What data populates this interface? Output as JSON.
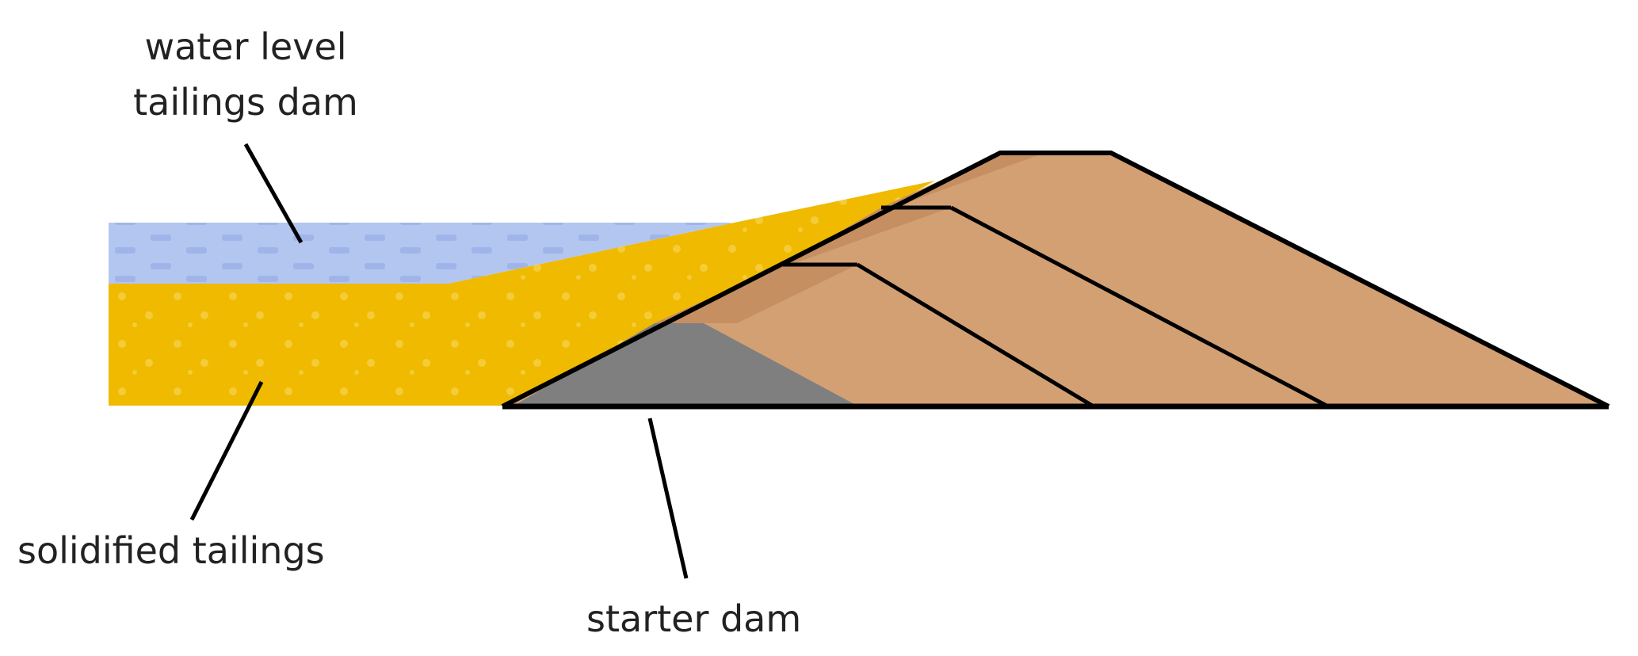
{
  "labels": {
    "water_level": "water level",
    "tailings_dam": "tailings dam",
    "solidified_tailings": "solidified tailings",
    "starter_dam": "starter dam"
  },
  "colors": {
    "water": "#b3c6f0",
    "water_dash": "#9fb5ea",
    "tailings": "#efba00",
    "tailings_speck": "#f4cc3a",
    "dam_fill": "#d3a074",
    "dam_shadow": "#c68f61",
    "starter_dam": "#7f7f7f",
    "outline": "#000000"
  }
}
